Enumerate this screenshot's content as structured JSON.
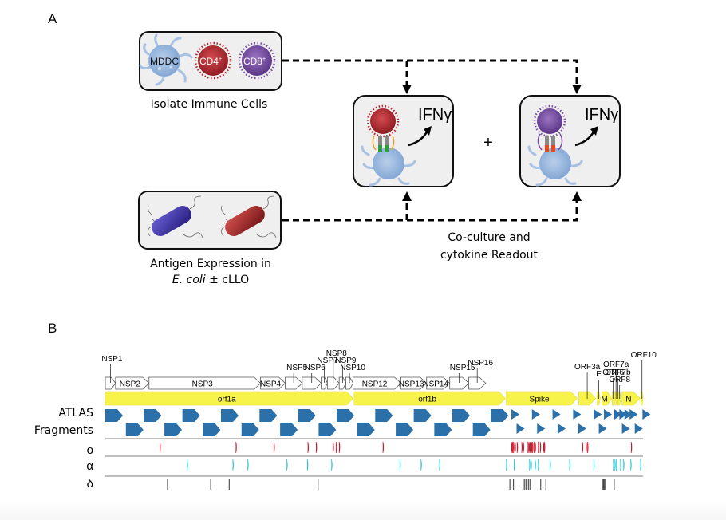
{
  "panels": {
    "a_label": "A",
    "b_label": "B"
  },
  "panel_a": {
    "immune_box": {
      "cells": [
        {
          "name": "MDDC",
          "label": "MDDC",
          "color": "#8fb2dc",
          "text_color": "#111111"
        },
        {
          "name": "CD4",
          "label": "CD4",
          "sup": "+",
          "color": "#b5262e",
          "text_color": "#ffffff"
        },
        {
          "name": "CD8",
          "label": "CD8",
          "sup": "+",
          "color": "#7a4fa3",
          "text_color": "#ffffff"
        }
      ],
      "caption": "Isolate Immune Cells"
    },
    "antigen_box": {
      "bacteria": [
        {
          "name": "ecoli-blue",
          "color": "#3b2fa0"
        },
        {
          "name": "ecoli-red",
          "color": "#a52a2a"
        }
      ],
      "caption_line1": "Antigen Expression in",
      "caption_italic": "E. coli",
      "caption_rest": " ± cLLO"
    },
    "coculture_left": {
      "cytokine": "IFNγ",
      "tcell_color": "#b5262e",
      "receptor_color": "#2e9a3e"
    },
    "coculture_right": {
      "cytokine": "IFNγ",
      "tcell_color": "#7a4fa3",
      "receptor_color": "#e8461f"
    },
    "plus": "+",
    "coculture_caption_line1": "Co-culture and",
    "coculture_caption_line2": "cytokine Readout"
  },
  "chart_data": {
    "type": "genome-track",
    "title": "",
    "x_units": "relative genome position (0–1)",
    "nsp_genes": [
      {
        "label": "NSP1",
        "start": 0.0,
        "end": 0.02,
        "callout": true
      },
      {
        "label": "NSP2",
        "start": 0.02,
        "end": 0.085,
        "callout": false
      },
      {
        "label": "NSP3",
        "start": 0.085,
        "end": 0.302,
        "callout": false
      },
      {
        "label": "NSP4",
        "start": 0.302,
        "end": 0.35,
        "callout": false
      },
      {
        "label": "NSP5",
        "start": 0.35,
        "end": 0.383,
        "callout": true
      },
      {
        "label": "NSP6",
        "start": 0.383,
        "end": 0.42,
        "callout": true
      },
      {
        "label": "NSP7",
        "start": 0.42,
        "end": 0.432,
        "callout": true
      },
      {
        "label": "NSP8",
        "start": 0.432,
        "end": 0.455,
        "callout": true
      },
      {
        "label": "NSP9",
        "start": 0.455,
        "end": 0.468,
        "callout": true
      },
      {
        "label": "NSP10",
        "start": 0.468,
        "end": 0.482,
        "callout": true
      },
      {
        "label": "NSP12",
        "start": 0.482,
        "end": 0.575,
        "callout": false
      },
      {
        "label": "NSP13",
        "start": 0.575,
        "end": 0.625,
        "callout": false
      },
      {
        "label": "NSP14",
        "start": 0.625,
        "end": 0.67,
        "callout": false
      },
      {
        "label": "NSP15",
        "start": 0.67,
        "end": 0.707,
        "callout": true
      },
      {
        "label": "NSP16",
        "start": 0.707,
        "end": 0.74,
        "callout": true
      }
    ],
    "orfs": [
      {
        "label": "orf1a",
        "start": 0.0,
        "end": 0.482,
        "callout": false
      },
      {
        "label": "orf1b",
        "start": 0.484,
        "end": 0.778,
        "callout": false
      },
      {
        "label": "Spike",
        "start": 0.78,
        "end": 0.918,
        "callout": false
      },
      {
        "label": "ORF3a",
        "start": 0.921,
        "end": 0.954,
        "callout": true
      },
      {
        "label": "E",
        "start": 0.957,
        "end": 0.963,
        "callout": true
      },
      {
        "label": "M",
        "start": 0.966,
        "end": 0.985,
        "callout": false
      },
      {
        "label": "ORF6",
        "start": 0.986,
        "end": 0.99,
        "callout": true
      },
      {
        "label": "ORF7a",
        "start": 0.991,
        "end": 0.996,
        "callout": true
      },
      {
        "label": "ORF7b",
        "start": 0.996,
        "end": 0.998,
        "callout": true
      },
      {
        "label": "ORF8",
        "start": 0.998,
        "end": 1.003,
        "callout": true
      },
      {
        "label": "N",
        "start": 1.005,
        "end": 1.04,
        "callout": false
      },
      {
        "label": "ORF10",
        "start": 1.042,
        "end": 1.046,
        "callout": true
      }
    ],
    "atlas_label_line1": "ATLAS",
    "atlas_label_line2": "Fragments",
    "fragments_row1": [
      0.0,
      0.075,
      0.15,
      0.225,
      0.3,
      0.375,
      0.45,
      0.525,
      0.6,
      0.675,
      0.75,
      0.79,
      0.83,
      0.87,
      0.91,
      0.95,
      0.97,
      0.99,
      1.0,
      1.01,
      1.02,
      1.045
    ],
    "fragments_row2": [
      0.04,
      0.115,
      0.19,
      0.265,
      0.34,
      0.415,
      0.49,
      0.565,
      0.64,
      0.715,
      0.8,
      0.84,
      0.88,
      0.92,
      0.96,
      1.005,
      1.03
    ],
    "tracks": [
      {
        "label": "ο",
        "color": "#d0182b",
        "positions": [
          0.106,
          0.254,
          0.328,
          0.394,
          0.41,
          0.443,
          0.449,
          0.455,
          0.54,
          0.79,
          0.792,
          0.794,
          0.797,
          0.801,
          0.81,
          0.813,
          0.822,
          0.824,
          0.826,
          0.829,
          0.831,
          0.834,
          0.836,
          0.842,
          0.846,
          0.852,
          0.854,
          0.928,
          0.935,
          0.938,
          1.023
        ]
      },
      {
        "label": "α",
        "color": "#24c6d4",
        "positions": [
          0.159,
          0.248,
          0.277,
          0.353,
          0.393,
          0.44,
          0.573,
          0.614,
          0.65,
          0.78,
          0.795,
          0.825,
          0.828,
          0.836,
          0.842,
          0.865,
          0.903,
          0.95,
          0.988,
          0.991,
          0.994,
          1.002,
          1.008,
          1.022,
          1.041
        ]
      },
      {
        "label": "δ",
        "color": "#333333",
        "positions": [
          0.121,
          0.205,
          0.241,
          0.414,
          0.787,
          0.794,
          0.813,
          0.816,
          0.819,
          0.823,
          0.826,
          0.847,
          0.857,
          0.967,
          0.969,
          0.971,
          0.973,
          0.99
        ]
      }
    ]
  }
}
